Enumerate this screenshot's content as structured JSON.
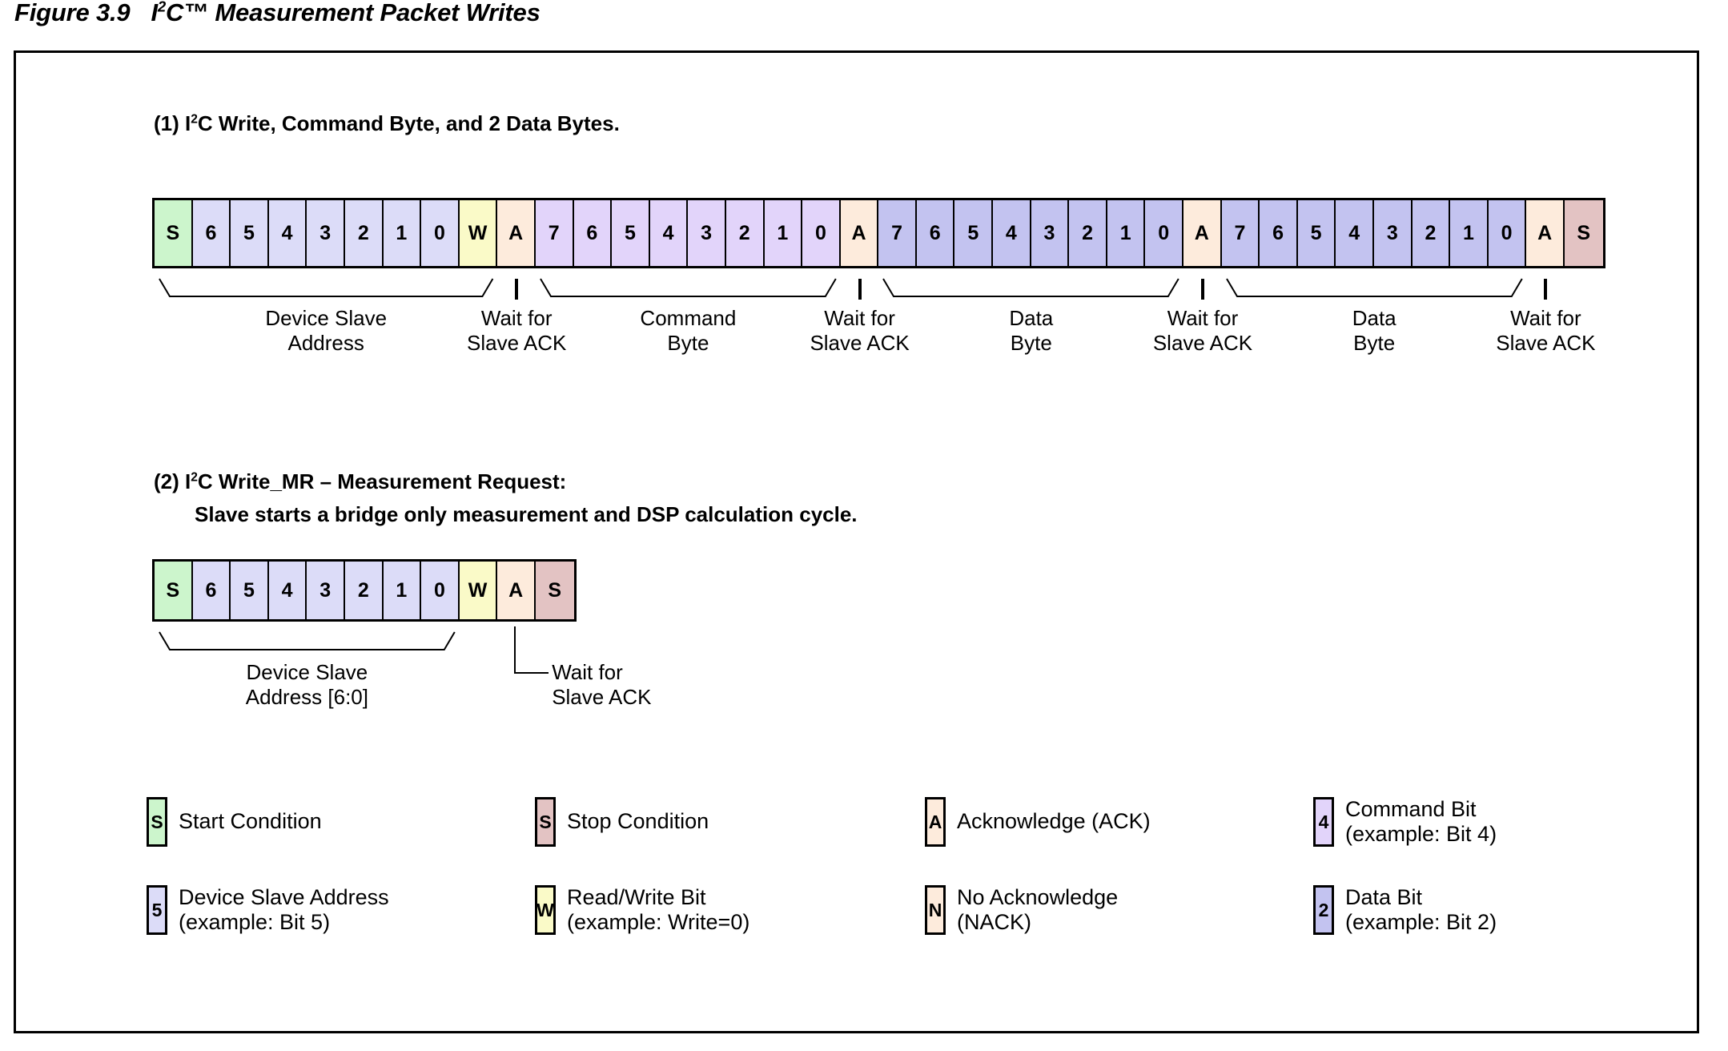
{
  "figure": {
    "number": "Figure 3.9",
    "title_pre": "I",
    "title_sup": "2",
    "title_post": "C™ Measurement Packet Writes"
  },
  "sections": [
    {
      "heading_pre": "(1) I",
      "heading_sup": "2",
      "heading_post": "C Write, Command Byte, and 2 Data Bytes."
    },
    {
      "heading_pre": "(2) I",
      "heading_sup": "2",
      "heading_post": "C Write_MR – Measurement Request:",
      "heading_line2": "Slave starts a bridge only measurement and DSP calculation cycle."
    }
  ],
  "packet1": {
    "cells": [
      {
        "label": "S",
        "kind": "start"
      },
      {
        "label": "6",
        "kind": "addr"
      },
      {
        "label": "5",
        "kind": "addr"
      },
      {
        "label": "4",
        "kind": "addr"
      },
      {
        "label": "3",
        "kind": "addr"
      },
      {
        "label": "2",
        "kind": "addr"
      },
      {
        "label": "1",
        "kind": "addr"
      },
      {
        "label": "0",
        "kind": "addr"
      },
      {
        "label": "W",
        "kind": "rw"
      },
      {
        "label": "A",
        "kind": "ack"
      },
      {
        "label": "7",
        "kind": "cmd"
      },
      {
        "label": "6",
        "kind": "cmd"
      },
      {
        "label": "5",
        "kind": "cmd"
      },
      {
        "label": "4",
        "kind": "cmd"
      },
      {
        "label": "3",
        "kind": "cmd"
      },
      {
        "label": "2",
        "kind": "cmd"
      },
      {
        "label": "1",
        "kind": "cmd"
      },
      {
        "label": "0",
        "kind": "cmd"
      },
      {
        "label": "A",
        "kind": "ack"
      },
      {
        "label": "7",
        "kind": "data"
      },
      {
        "label": "6",
        "kind": "data"
      },
      {
        "label": "5",
        "kind": "data"
      },
      {
        "label": "4",
        "kind": "data"
      },
      {
        "label": "3",
        "kind": "data"
      },
      {
        "label": "2",
        "kind": "data"
      },
      {
        "label": "1",
        "kind": "data"
      },
      {
        "label": "0",
        "kind": "data"
      },
      {
        "label": "A",
        "kind": "ack"
      },
      {
        "label": "7",
        "kind": "data"
      },
      {
        "label": "6",
        "kind": "data"
      },
      {
        "label": "5",
        "kind": "data"
      },
      {
        "label": "4",
        "kind": "data"
      },
      {
        "label": "3",
        "kind": "data"
      },
      {
        "label": "2",
        "kind": "data"
      },
      {
        "label": "1",
        "kind": "data"
      },
      {
        "label": "0",
        "kind": "data"
      },
      {
        "label": "A",
        "kind": "ack"
      },
      {
        "label": "S",
        "kind": "stop"
      }
    ],
    "captions": [
      {
        "line1": "Device Slave",
        "line2": "Address"
      },
      {
        "line1": "Wait for",
        "line2": "Slave ACK"
      },
      {
        "line1": "Command",
        "line2": "Byte"
      },
      {
        "line1": "Wait for",
        "line2": "Slave ACK"
      },
      {
        "line1": "Data",
        "line2": "Byte"
      },
      {
        "line1": "Wait for",
        "line2": "Slave ACK"
      },
      {
        "line1": "Data",
        "line2": "Byte"
      },
      {
        "line1": "Wait for",
        "line2": "Slave ACK"
      }
    ]
  },
  "packet2": {
    "cells": [
      {
        "label": "S",
        "kind": "start"
      },
      {
        "label": "6",
        "kind": "addr"
      },
      {
        "label": "5",
        "kind": "addr"
      },
      {
        "label": "4",
        "kind": "addr"
      },
      {
        "label": "3",
        "kind": "addr"
      },
      {
        "label": "2",
        "kind": "addr"
      },
      {
        "label": "1",
        "kind": "addr"
      },
      {
        "label": "0",
        "kind": "addr"
      },
      {
        "label": "W",
        "kind": "rw"
      },
      {
        "label": "A",
        "kind": "ack"
      },
      {
        "label": "S",
        "kind": "stop"
      }
    ],
    "captions": [
      {
        "line1": "Device Slave",
        "line2": "Address [6:0]"
      },
      {
        "line1": "Wait for",
        "line2": "Slave ACK"
      }
    ]
  },
  "legend": [
    {
      "symbol": "S",
      "kind": "start",
      "line1": "Start Condition",
      "line2": ""
    },
    {
      "symbol": "S",
      "kind": "stop",
      "line1": "Stop Condition",
      "line2": ""
    },
    {
      "symbol": "A",
      "kind": "ack",
      "line1": "Acknowledge (ACK)",
      "line2": ""
    },
    {
      "symbol": "4",
      "kind": "cmd",
      "line1": "Command Bit",
      "line2": "(example: Bit 4)"
    },
    {
      "symbol": "5",
      "kind": "addr",
      "line1": "Device Slave Address",
      "line2": "(example: Bit 5)"
    },
    {
      "symbol": "W",
      "kind": "rw",
      "line1": "Read/Write Bit",
      "line2": "(example: Write=0)"
    },
    {
      "symbol": "N",
      "kind": "ack",
      "line1": "No Acknowledge",
      "line2": "(NACK)"
    },
    {
      "symbol": "2",
      "kind": "data",
      "line1": "Data Bit",
      "line2": "(example: Bit 2)"
    }
  ],
  "colors": {
    "start": "#ccf5cc",
    "stop": "#e3c3c3",
    "addr": "#dcdcf8",
    "rw": "#fafac8",
    "ack": "#fdebdc",
    "cmd": "#e2d4fa",
    "data": "#c3c3f0",
    "border": "#000000",
    "background": "#ffffff"
  }
}
